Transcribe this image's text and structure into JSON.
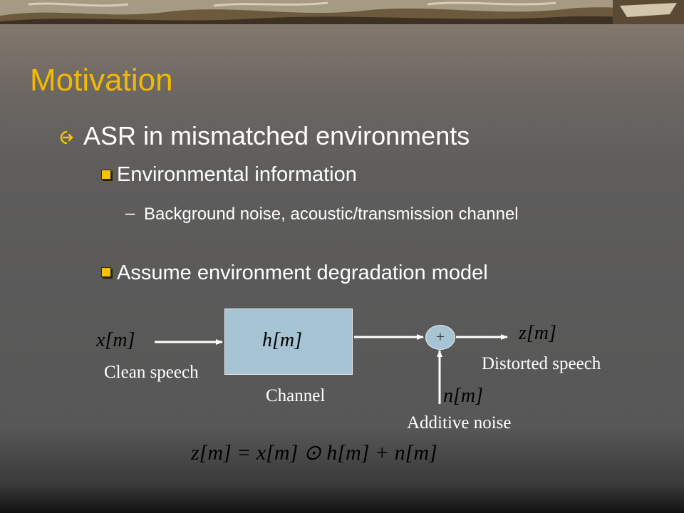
{
  "slide": {
    "title": "Motivation",
    "bullet1": "ASR in mismatched environments",
    "bullet1_icon": "right-arrow-bullet-icon",
    "sub_bullets": [
      "Environmental information",
      "Assume environment degradation model"
    ],
    "detail": "Background noise, acoustic/transmission channel",
    "detail_dash": "–"
  },
  "diagram": {
    "input_symbol": "x[m]",
    "input_label": "Clean speech",
    "channel_symbol": "h[m]",
    "channel_label": "Channel",
    "adder_symbol": "+",
    "noise_symbol": "n[m]",
    "noise_label": "Additive noise",
    "output_symbol": "z[m]",
    "output_label": "Distorted speech",
    "equation": "z[m] = x[m] ⊙ h[m] + n[m]"
  },
  "colors": {
    "title": "#f5b800",
    "text": "#ffffff",
    "box_fill": "#a6c4d4",
    "bullet_square": "#f5c400"
  }
}
